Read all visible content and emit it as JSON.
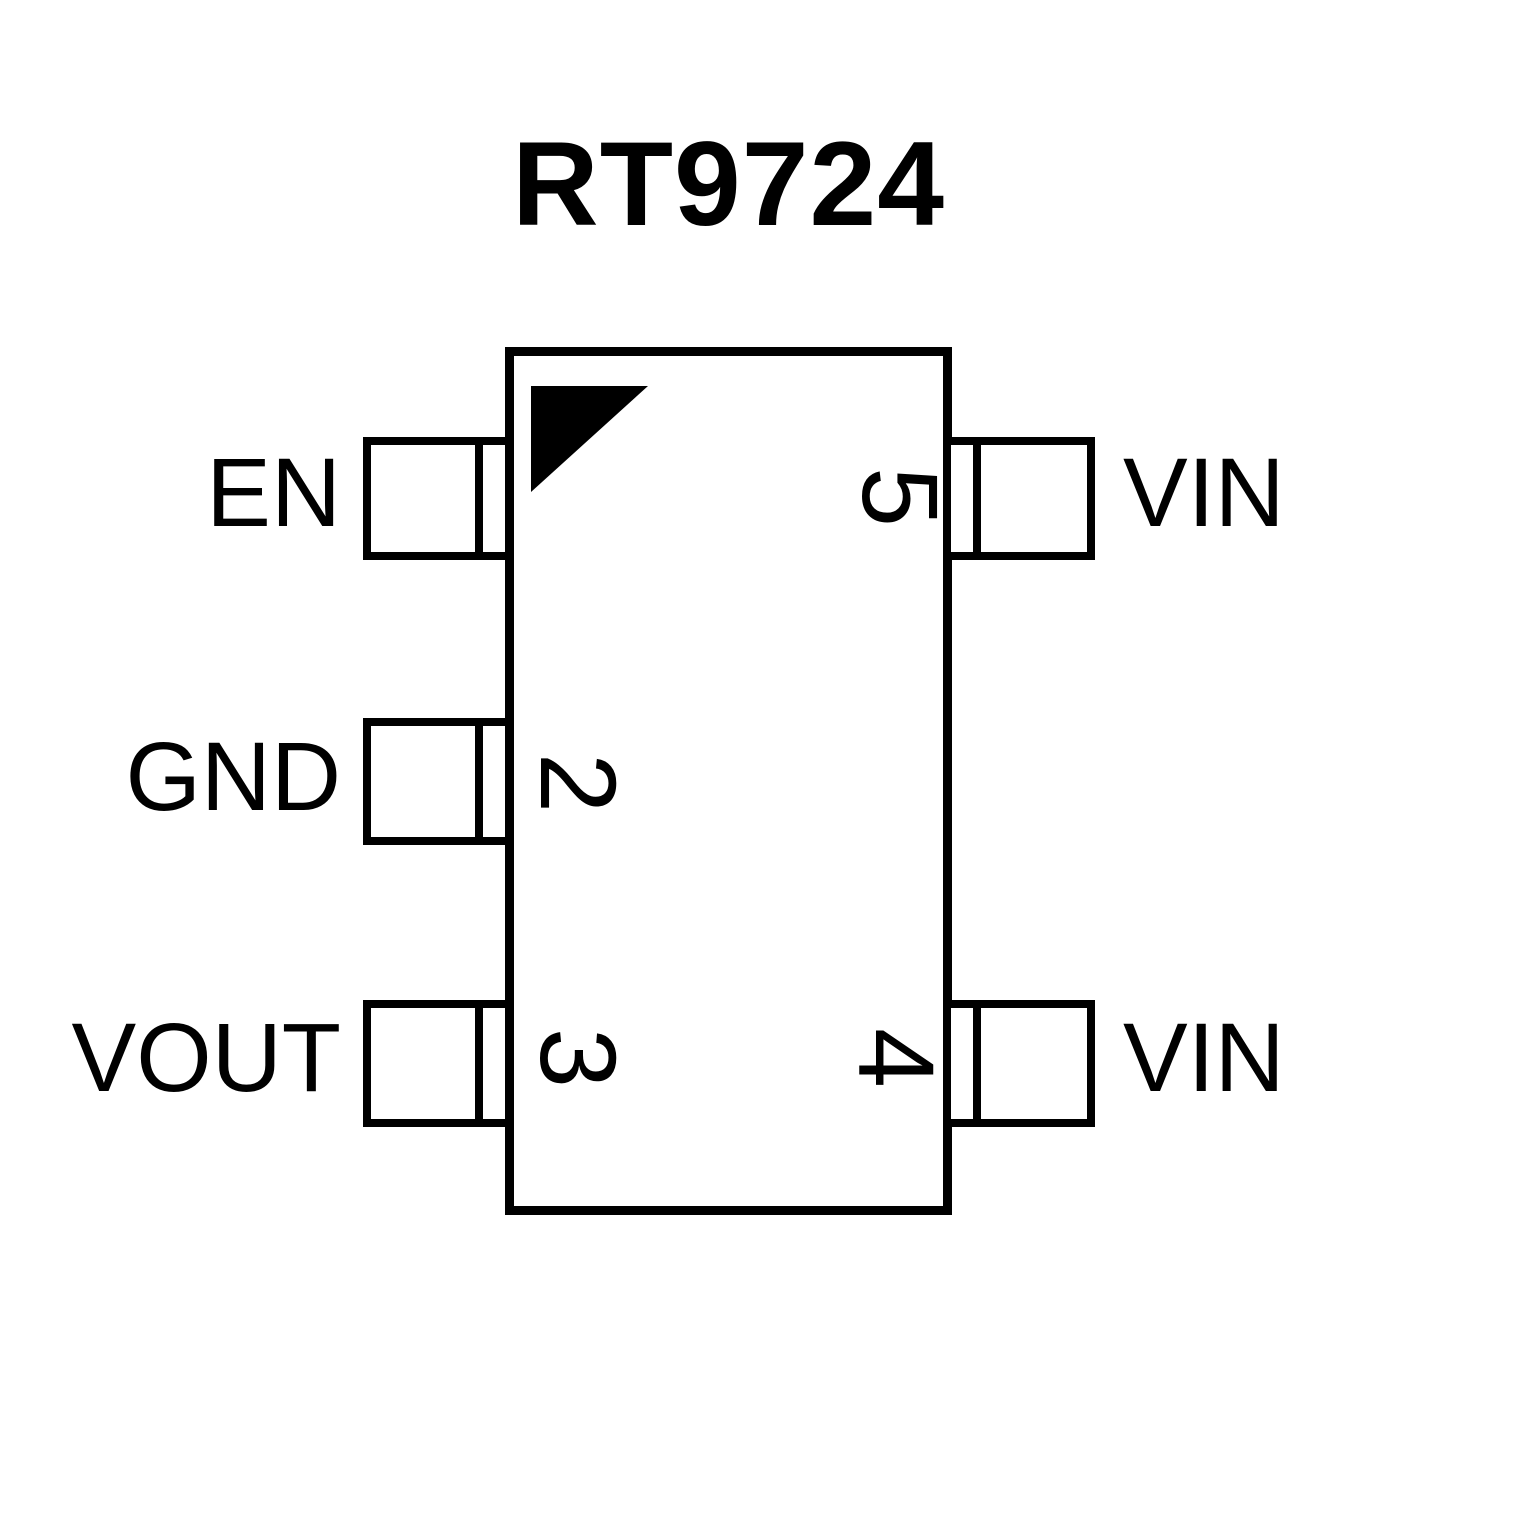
{
  "title": "RT9724",
  "pins": {
    "left": [
      {
        "label": "EN"
      },
      {
        "label": "GND",
        "number": "2"
      },
      {
        "label": "VOUT",
        "number": "3"
      }
    ],
    "right": [
      {
        "label": "VIN",
        "number": "5"
      },
      {
        "label": "VIN",
        "number": "4"
      }
    ]
  },
  "icons": {
    "pin1_marker": "filled-corner-triangle"
  },
  "colors": {
    "line": "#000000",
    "background": "#ffffff"
  }
}
